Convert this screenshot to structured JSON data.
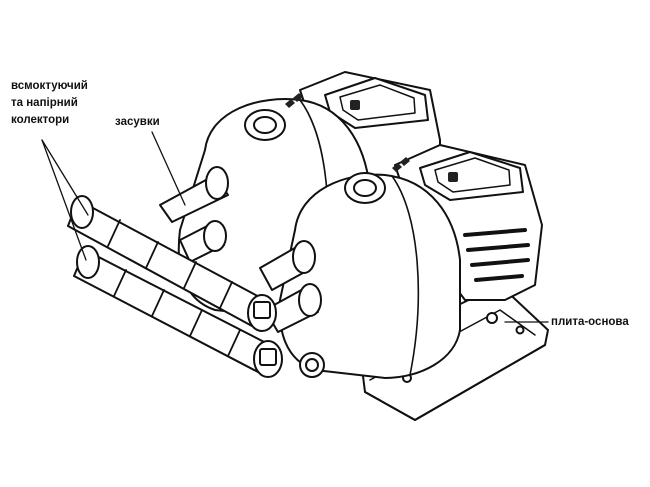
{
  "labels": {
    "manifold_line1": "всмоктуючий",
    "manifold_line2": "та напірний",
    "manifold_line3": "колектори",
    "valves": "засувки",
    "baseplate": "плита-основа"
  },
  "colors": {
    "line": "#111111",
    "fill": "#ffffff",
    "shade": "#222222"
  },
  "icons": {
    "pump_logo": "double-chevron-logo"
  }
}
